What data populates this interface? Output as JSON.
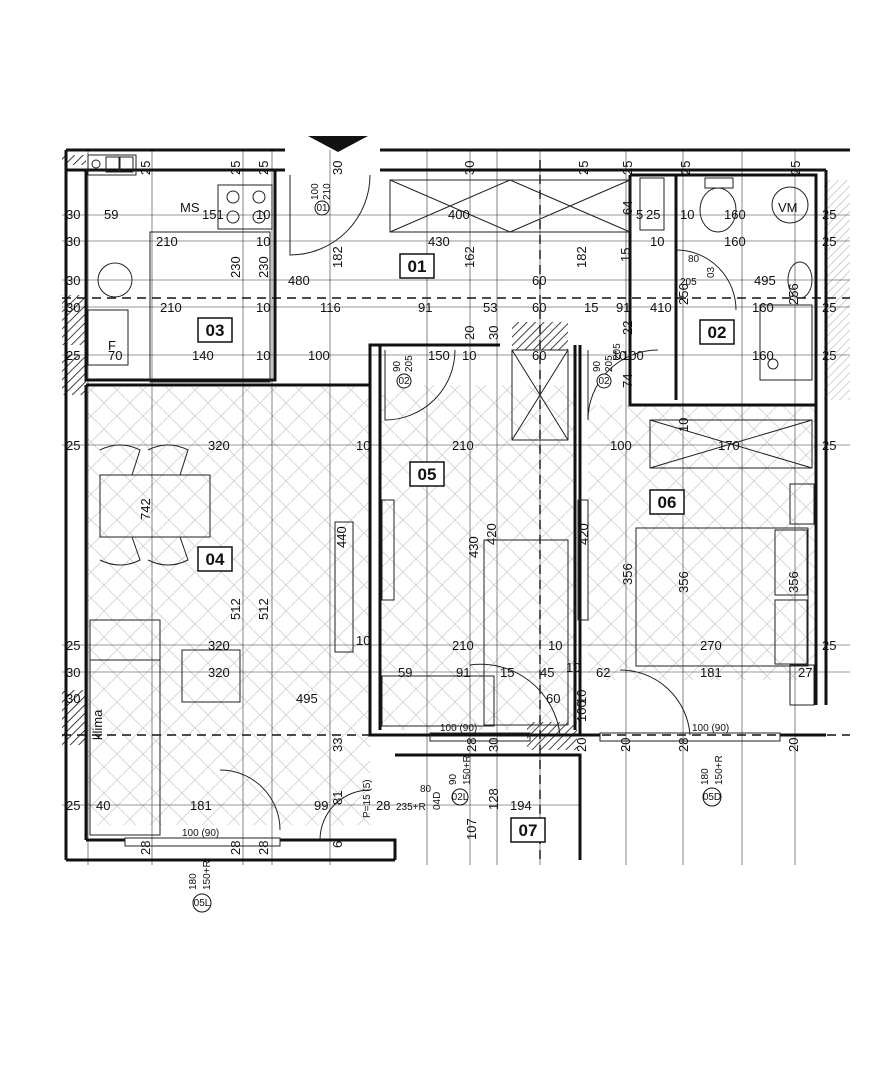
{
  "rooms": {
    "r01": "01",
    "r02": "02",
    "r03": "03",
    "r04": "04",
    "r05": "05",
    "r06": "06",
    "r07": "07"
  },
  "fixtures": {
    "stove": "MS",
    "washer": "VM",
    "fridge": "F",
    "ac": "klima"
  },
  "doors": {
    "d01_num": "01",
    "d01_w": "100",
    "d01_h": "210",
    "d02a_num": "02",
    "d02a_w": "90",
    "d02a_h": "205",
    "d02b_num": "02",
    "d02b_w": "90",
    "d02b_h": "205",
    "d03_num": "03",
    "d03_w": "80",
    "d03_h": "205",
    "d04_num": "04D",
    "d04_w": "80",
    "d04_h": "235+R",
    "d02l_num": "02L",
    "d02l_w": "90",
    "d02l_h": "150+R",
    "d05d_num": "05D",
    "d05d_w": "180",
    "d05d_h": "150+R",
    "d05l_num": "05L",
    "d05l_w": "180",
    "d05l_h": "150+R",
    "win1": "100 (90)",
    "win2": "100 (90)",
    "win3": "100 (90)",
    "p_label": "P=15 (5)"
  },
  "top_dims": [
    "25",
    "25",
    "25",
    "30",
    "30",
    "25",
    "25",
    "25",
    "25"
  ],
  "left_dims": [
    "30",
    "30",
    "30",
    "30",
    "25",
    "25",
    "25",
    "30",
    "30",
    "25"
  ],
  "right_dims": [
    "25",
    "25",
    "25",
    "25",
    "25",
    "25",
    "27"
  ],
  "kitchen_dims": [
    "59",
    "151",
    "10",
    "210",
    "10",
    "230",
    "230",
    "210",
    "10",
    "70",
    "140",
    "10"
  ],
  "hall_dims": [
    "400",
    "430",
    "480",
    "182",
    "162",
    "182",
    "15",
    "60",
    "116",
    "91",
    "53",
    "60",
    "15",
    "91",
    "410",
    "256",
    "100",
    "150",
    "10",
    "20",
    "30",
    "60",
    "205",
    "10",
    "100",
    "74",
    "22",
    "64",
    "5",
    "25",
    "10",
    "10",
    "80",
    "205",
    "495",
    "160",
    "160",
    "160",
    "160",
    "256"
  ],
  "living_dims": [
    "320",
    "10",
    "742",
    "512",
    "512",
    "320",
    "320",
    "495",
    "33",
    "81",
    "99",
    "181",
    "40",
    "6",
    "28",
    "28",
    "28"
  ],
  "room05_dims": [
    "210",
    "10",
    "440",
    "430",
    "420",
    "420",
    "210",
    "10",
    "59",
    "91",
    "15",
    "45",
    "10",
    "60",
    "100",
    "28",
    "30",
    "20",
    "128",
    "107",
    "194",
    "28"
  ],
  "room06_dims": [
    "100",
    "10",
    "170",
    "356",
    "356",
    "356",
    "270",
    "62",
    "181",
    "10",
    "20",
    "28",
    "20"
  ]
}
